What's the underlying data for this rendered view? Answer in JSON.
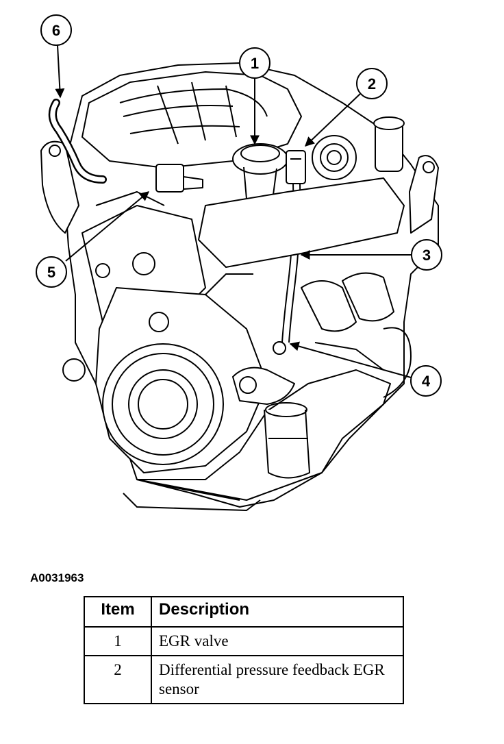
{
  "figure_id": "A0031963",
  "callouts": [
    "1",
    "2",
    "3",
    "4",
    "5",
    "6"
  ],
  "table": {
    "headers": {
      "item": "Item",
      "description": "Description"
    },
    "rows": [
      {
        "item": "1",
        "description": "EGR valve"
      },
      {
        "item": "2",
        "description": "Differential pressure feedback EGR sensor"
      }
    ]
  }
}
